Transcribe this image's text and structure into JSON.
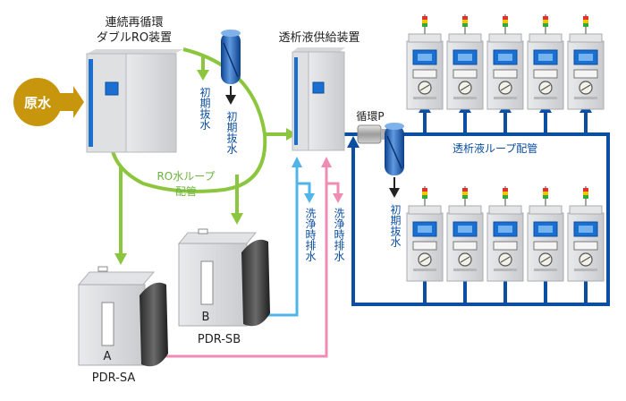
{
  "labels": {
    "raw_water": "原水",
    "ro_device_line1": "連続再循環",
    "ro_device_line2": "ダブルRO装置",
    "supply_device": "透析液供給装置",
    "ro_loop_line1": "RO水ループ",
    "ro_loop_line2": "配管",
    "initial_drain": "初期抜水",
    "circulation_pump": "循環P",
    "dialysate_loop": "透析液ループ配管",
    "wash_drain": "洗浄時排水",
    "pdr_sa": "PDR-SA",
    "pdr_sb": "PDR-SB",
    "unit_a": "A",
    "unit_b": "B"
  },
  "colors": {
    "ro_water": "#8cc63f",
    "dialysate": "#0b4ea2",
    "drain_blue": "#4fb4e8",
    "drain_pink": "#f08cb4",
    "raw_water": "#c8960c",
    "arrow_dark": "#222222"
  },
  "dialysis_units": {
    "top_row": 5,
    "bottom_row": 5
  }
}
